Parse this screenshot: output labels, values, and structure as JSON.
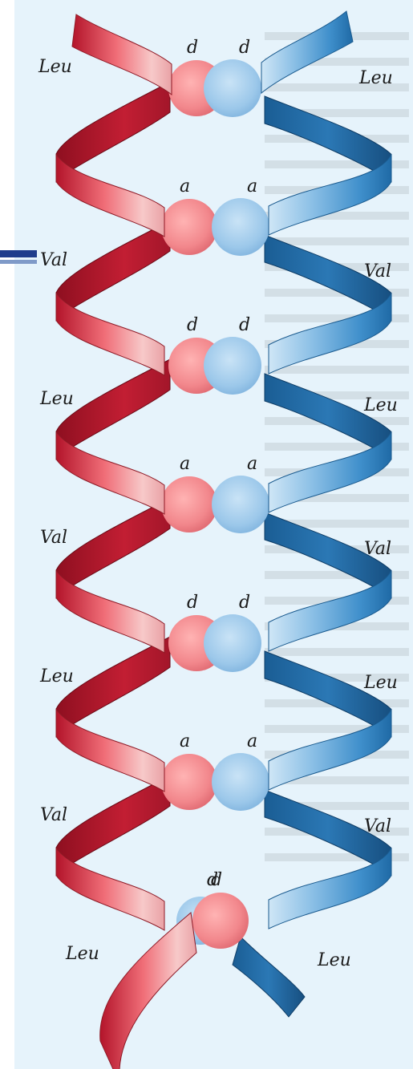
{
  "helices": [
    {
      "name": "left-helix",
      "color": "#d8283a"
    },
    {
      "name": "right-helix",
      "color": "#3d8fc8"
    }
  ],
  "layers": [
    {
      "left_residue": "Leu",
      "right_residue": "Leu",
      "left_position": "d",
      "right_position": "d"
    },
    {
      "left_residue": "Val",
      "right_residue": "Val",
      "left_position": "a",
      "right_position": "a"
    },
    {
      "left_residue": "Leu",
      "right_residue": "Leu",
      "left_position": "d",
      "right_position": "d"
    },
    {
      "left_residue": "Val",
      "right_residue": "Val",
      "left_position": "a",
      "right_position": "a"
    },
    {
      "left_residue": "Leu",
      "right_residue": "Leu",
      "left_position": "d",
      "right_position": "d"
    },
    {
      "left_residue": "Val",
      "right_residue": "Val",
      "left_position": "a",
      "right_position": "a"
    },
    {
      "left_residue": "Leu",
      "right_residue": "Leu",
      "left_position": "d",
      "right_position": "d"
    }
  ],
  "colors": {
    "left_ball": "#f08a8e",
    "right_ball": "#9cc8ea",
    "page_background": "#e6f3fb",
    "header_bar": "#1f3c8c"
  }
}
